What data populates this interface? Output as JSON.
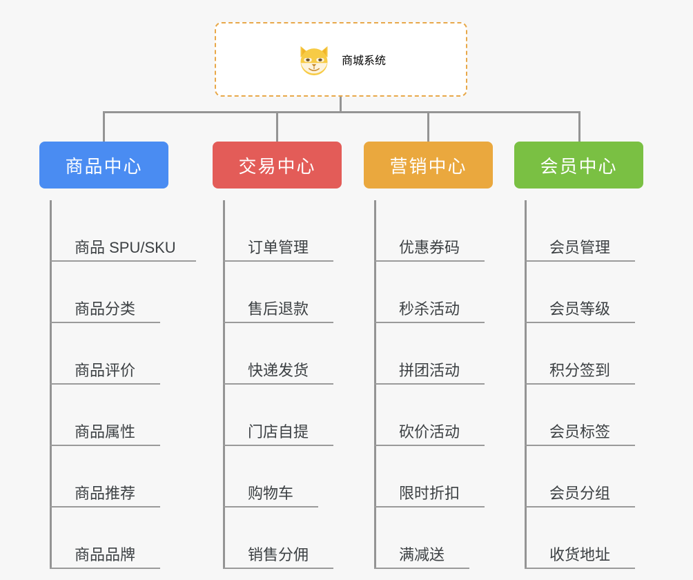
{
  "page": {
    "background_color": "#f7f7f7",
    "connector_color": "#949494"
  },
  "root": {
    "title": "商城系统",
    "icon": "shiba-dog-face-icon",
    "text_color": "#e3a83f",
    "border_color": "#e8a849",
    "background_color": "#ffffff"
  },
  "columns": [
    {
      "header": "商品中心",
      "color": "#4a8cf2",
      "items": [
        "商品 SPU/SKU",
        "商品分类",
        "商品评价",
        "商品属性",
        "商品推荐",
        "商品品牌"
      ]
    },
    {
      "header": "交易中心",
      "color": "#e35c58",
      "items": [
        "订单管理",
        "售后退款",
        "快递发货",
        "门店自提",
        "购物车",
        "销售分佣"
      ]
    },
    {
      "header": "营销中心",
      "color": "#eaa83e",
      "items": [
        "优惠券码",
        "秒杀活动",
        "拼团活动",
        "砍价活动",
        "限时折扣",
        "满减送"
      ]
    },
    {
      "header": "会员中心",
      "color": "#7ac043",
      "items": [
        "会员管理",
        "会员等级",
        "积分签到",
        "会员标签",
        "会员分组",
        "收货地址"
      ]
    }
  ]
}
